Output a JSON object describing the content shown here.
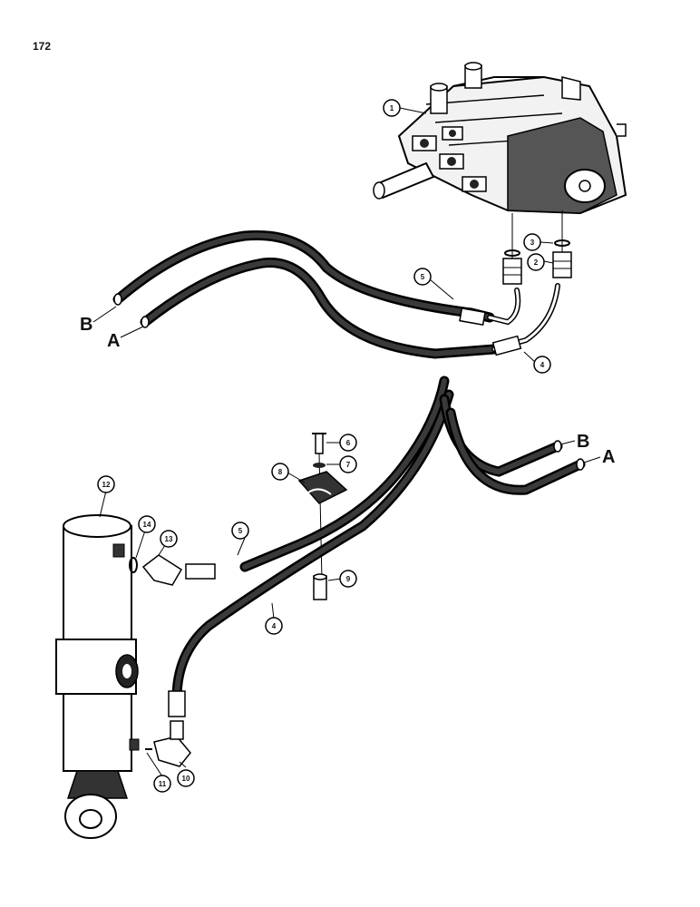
{
  "page": {
    "number": "172"
  },
  "callouts": {
    "c1": "1",
    "c2": "2",
    "c3": "3",
    "c4a": "4",
    "c4b": "4",
    "c5a": "5",
    "c5b": "5",
    "c6": "6",
    "c7": "7",
    "c8": "8",
    "c9": "9",
    "c10": "10",
    "c11": "11",
    "c12": "12",
    "c13": "13",
    "c14": "14"
  },
  "hose_letters": {
    "b_upper": "B",
    "a_upper": "A",
    "b_lower": "B",
    "a_lower": "A"
  }
}
